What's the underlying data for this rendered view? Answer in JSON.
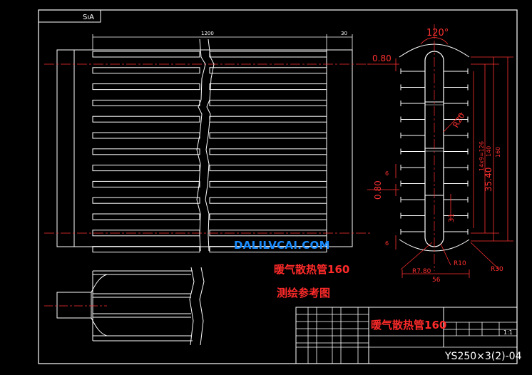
{
  "corner_label": "SıA",
  "dimensions": {
    "width_1200": "1200",
    "end_30": "30",
    "angle_120": "120°",
    "wall_080_top": "0.80",
    "wall_080_mid": "0.80",
    "r20": "R20",
    "fin_pitch": "14x9=126",
    "h140": "140",
    "h160": "160",
    "h3540": "35.40",
    "d31": "31",
    "r780": "R7.80",
    "r10": "R10",
    "w56": "56",
    "r30": "R30",
    "d6a": "6",
    "d6b": "6"
  },
  "titles": {
    "name_red": "暖气散热管160",
    "subtitle": "测绘参考图",
    "block_name": "暖气散热管160",
    "drawing_no": "YS250×3(2)-04",
    "scale": "1:1"
  },
  "watermark": "DALILVCAI.COM",
  "colors": {
    "line": "#ffffff",
    "dim": "#ff3030",
    "title": "#ff2a2a",
    "watermark": "#1a8cff"
  }
}
